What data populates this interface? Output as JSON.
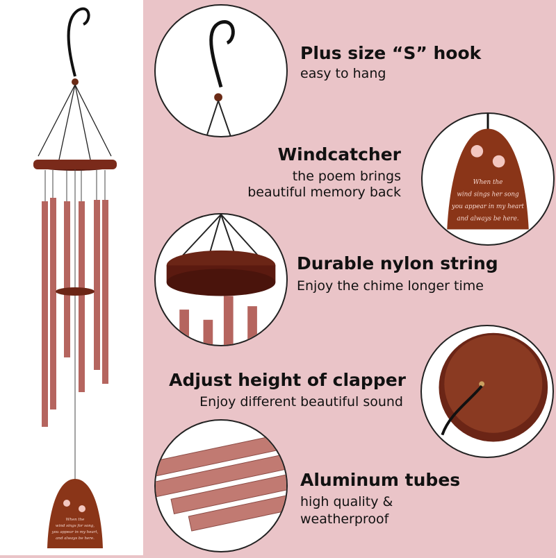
{
  "features": [
    {
      "title": "Plus size “S” hook",
      "subtitle": [
        "easy to hang"
      ]
    },
    {
      "title": "Windcatcher",
      "subtitle": [
        "the poem brings",
        "beautiful memory back"
      ]
    },
    {
      "title": "Durable nylon string",
      "subtitle": [
        "Enjoy the chime longer time"
      ]
    },
    {
      "title": "Adjust height of clapper",
      "subtitle": [
        "Enjoy different beautiful sound"
      ]
    },
    {
      "title": "Aluminum tubes",
      "subtitle": [
        "high quality &",
        "weatherproof"
      ]
    }
  ],
  "poem": [
    "When the",
    "wind sings her song",
    "you appear in my heart",
    "and always be here."
  ],
  "small_poem": [
    "When the",
    "wind sings for song,",
    "you appear in my heart,",
    "and always be here."
  ],
  "colors": {
    "background": "#eac4c8",
    "wood": "#7a2a1a",
    "tube": "#b5655f"
  }
}
